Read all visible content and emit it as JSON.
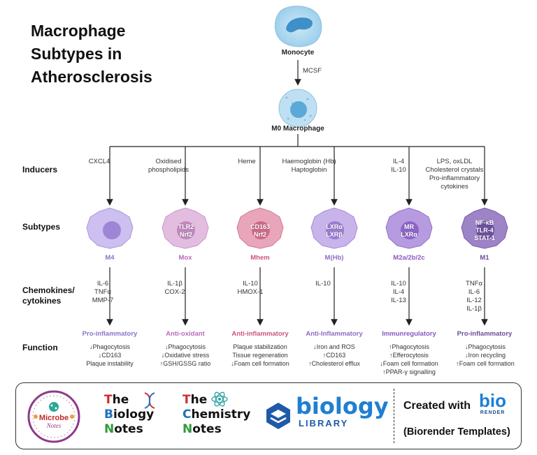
{
  "title": [
    "Macrophage",
    "Subtypes in",
    "Atherosclerosis"
  ],
  "monocyte_label": "Monocyte",
  "mcsf_label": "MCSF",
  "m0_label": "M0 Macrophage",
  "row_labels": {
    "inducers": "Inducers",
    "subtypes": "Subtypes",
    "chemokines": [
      "Chemokines/",
      "cytokines"
    ],
    "function": "Function"
  },
  "columns": [
    {
      "inducers": [
        "CXCL4"
      ],
      "cell_text": [],
      "subtype": "M4",
      "color": "#8a74c9",
      "cytokines": [
        "IL-6",
        "TNFα",
        "MMP-7"
      ],
      "function_title": "Pro-inflammatory",
      "function_lines": [
        "↓Phagocytosis",
        "↓CD163",
        "Plaque instability"
      ]
    },
    {
      "inducers": [
        "Oxidised",
        "phospholipids"
      ],
      "cell_text": [
        "TLR2",
        "Nrf2"
      ],
      "subtype": "Mox",
      "color": "#b86bb8",
      "cytokines": [
        "IL-1β",
        "COX-2"
      ],
      "function_title": "Anti-oxidant",
      "function_lines": [
        "↓Phagocytosis",
        "↓Oxidative stress",
        "↑GSH/GSSG ratio"
      ]
    },
    {
      "inducers": [
        "Heme"
      ],
      "cell_text": [
        "CD163",
        "Nrf2"
      ],
      "subtype": "Mhem",
      "color": "#cc5577",
      "cytokines": [
        "IL-10",
        "HMOX-1"
      ],
      "function_title": "Anti-inflammatory",
      "function_lines": [
        "Plaque stabilization",
        "Tissue regeneration",
        "↓Foam cell formation"
      ]
    },
    {
      "inducers": [
        "Haemoglobin (Hb)",
        "Haptoglobin"
      ],
      "cell_text": [
        "LXRα",
        "LXRβ"
      ],
      "subtype": "M(Hb)",
      "color": "#8d6bc4",
      "cytokines": [
        "IL-10"
      ],
      "function_title": "Anti-Inflammatory",
      "function_lines": [
        "↓Iron and ROS",
        "↑CD163",
        "↑Cholesterol efflux"
      ]
    },
    {
      "inducers": [
        "IL-4",
        "IL-10"
      ],
      "cell_text": [
        "MR",
        "LXRα"
      ],
      "subtype": "M2a/2b/2c",
      "color": "#8a58c0",
      "cytokines": [
        "IL-10",
        "IL-4",
        "IL-13"
      ],
      "function_title": "Immunregulatory",
      "function_lines": [
        "↑Phagocytosis",
        "↑Efferocytosis",
        "↓Foam cell formation",
        "↑PPAR-γ signalling"
      ]
    },
    {
      "inducers": [
        "LPS, oxLDL",
        "Cholesterol crystals",
        "Pro-inflammatory",
        "cytokines"
      ],
      "cell_text": [
        "NF-κB",
        "TLR-4",
        "STAT-1"
      ],
      "subtype": "M1",
      "color": "#6a4c9a",
      "cytokines": [
        "TNFα",
        "IL-6",
        "IL-12",
        "IL-1β"
      ],
      "function_title": "Pro-inflammatory",
      "function_lines": [
        "↓Phagocytosis",
        "↓Iron recycling",
        "↑Foam cell formation"
      ]
    }
  ],
  "footer": {
    "microbe_notes": [
      "Microbe",
      "Notes"
    ],
    "biology_notes": [
      [
        "T",
        "he"
      ],
      [
        "B",
        "iology"
      ],
      [
        "N",
        "otes"
      ]
    ],
    "chemistry_notes": [
      [
        "T",
        "he"
      ],
      [
        "C",
        "hemistry"
      ],
      [
        "N",
        "otes"
      ]
    ],
    "biology_library": [
      "biology",
      "LIBRARY"
    ],
    "created_with": "Created with",
    "biorender": [
      "bio",
      "RENDER"
    ],
    "biorender_templates": "(Biorender Templates)"
  }
}
